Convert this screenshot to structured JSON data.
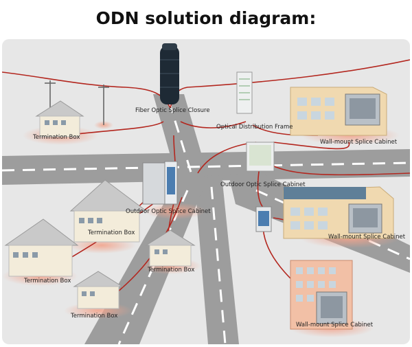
{
  "title": "ODN solution diagram:",
  "labels": {
    "fiber_splice_closure": "Fiber Optic Splice Closure",
    "odf": "Optical Distribution Frame",
    "outdoor_splice_box": "Outdoor Optic Splice Cabinet",
    "outdoor_cabinet": "Outdoor Optic Splice Cabinet",
    "wall_cab_1": "Wall-mount Splice Cabinet",
    "wall_cab_2": "Wall-mount Splice Cabinet",
    "wall_cab_3": "Wall-mount Splice Cabinet",
    "term_box_1": "Termination Box",
    "term_box_2": "Termination Box",
    "term_box_3": "Termination Box",
    "term_box_4": "Termination Box",
    "term_box_5": "Termination Box"
  },
  "colors": {
    "cable": "#b3261e",
    "road": "#9b9b9b",
    "ground": "#e6e6e6",
    "lane": "#ffffff"
  }
}
